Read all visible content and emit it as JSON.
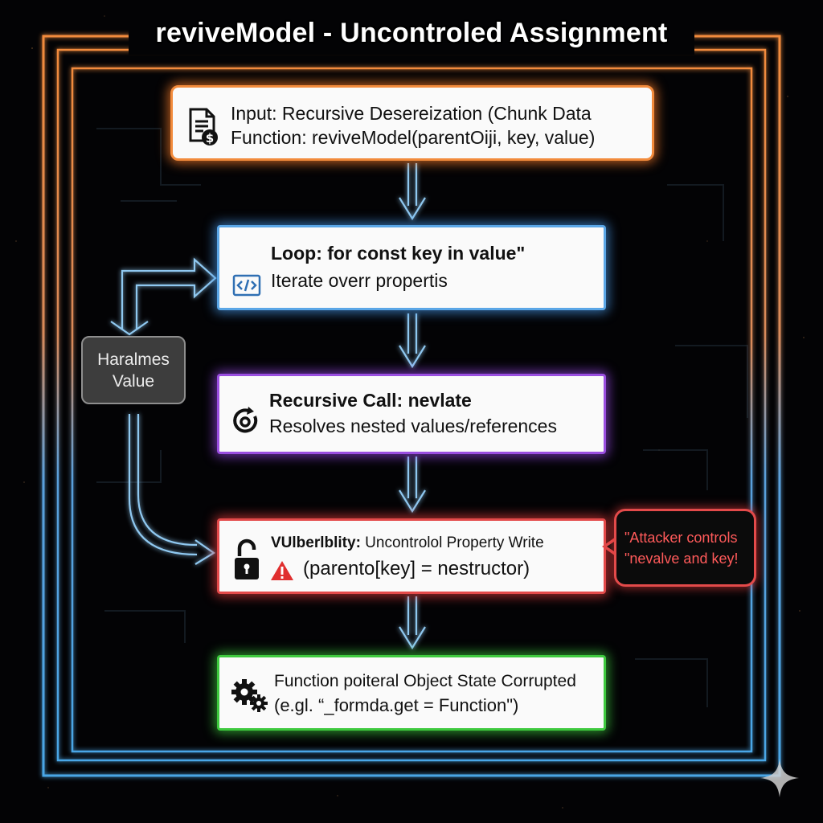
{
  "title": "reviveModel - Uncontroled Assignment",
  "nodes": {
    "input": {
      "line1": "Input: Recursive Desereization (Chunk Data",
      "line2": "Function: reviveModel(parentOiji, key, value)",
      "icon": "document-dollar-icon"
    },
    "loop": {
      "line1": "Loop: for const key in value\"",
      "line2": "Iterate overr propertis",
      "icon": "code-icon"
    },
    "recursive": {
      "line1": "Recursive Call: nevlate",
      "line2": "Resolves nested values/references",
      "icon": "refresh-target-icon"
    },
    "vulnerability": {
      "label": "VUlberlblity:",
      "line1_rest": " Uncontrolol Property Write",
      "line2": "(parento[key] = nestructor)",
      "icons": [
        "unlocked-padlock-icon",
        "warning-icon"
      ]
    },
    "corrupted": {
      "line1": "Function poiteral Object State Corrupted",
      "line2": "(e.gl. “_formda.get = Function\")",
      "icon": "gears-icon"
    },
    "side": {
      "line1": "Haralmes",
      "line2": "Value"
    }
  },
  "callout": {
    "line1": "\"Attacker controls",
    "line2": "\"nevalve and key!"
  },
  "colors": {
    "orange": "#f28b3c",
    "blue": "#5aa6e6",
    "purple": "#9a4ee0",
    "red": "#e34a4a",
    "green": "#3ec93e",
    "gray": "#8e8e8e"
  }
}
